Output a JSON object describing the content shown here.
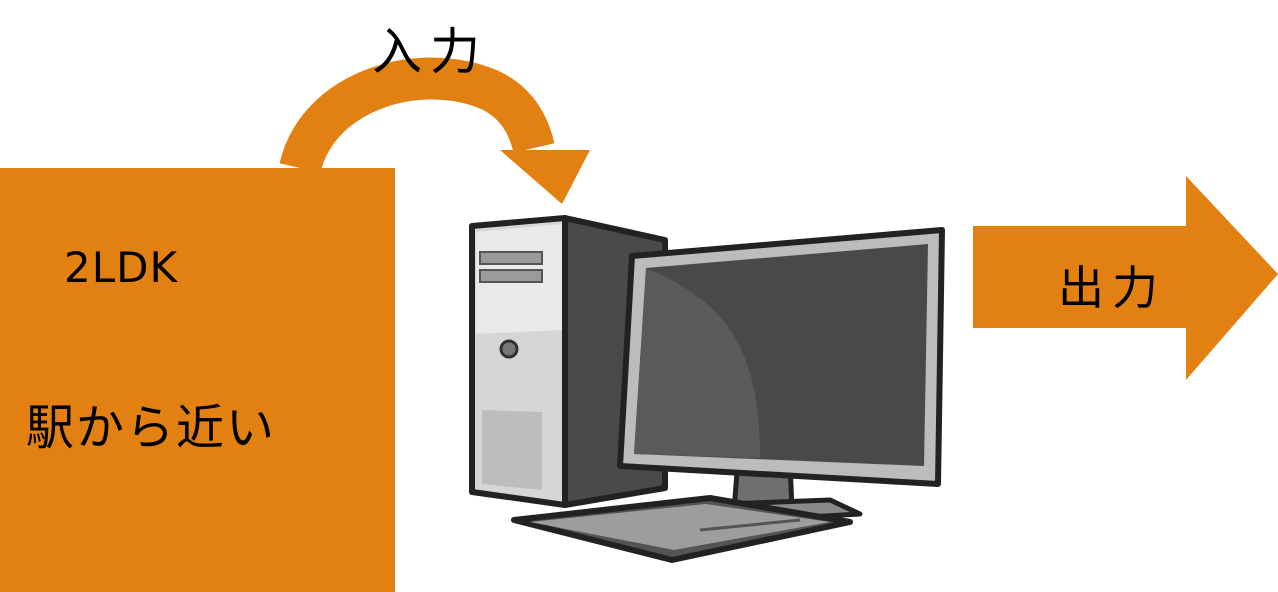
{
  "input": {
    "label": "入力",
    "lines": [
      "2LDK",
      "駅から近い"
    ]
  },
  "output": {
    "label": "出力"
  },
  "colors": {
    "accent": "#e28012",
    "background": "#ffffff",
    "text": "#000000"
  },
  "icons": {
    "input_arrow": "curved-arrow-icon",
    "computer": "desktop-computer-icon",
    "output_arrow": "right-arrow-icon"
  }
}
